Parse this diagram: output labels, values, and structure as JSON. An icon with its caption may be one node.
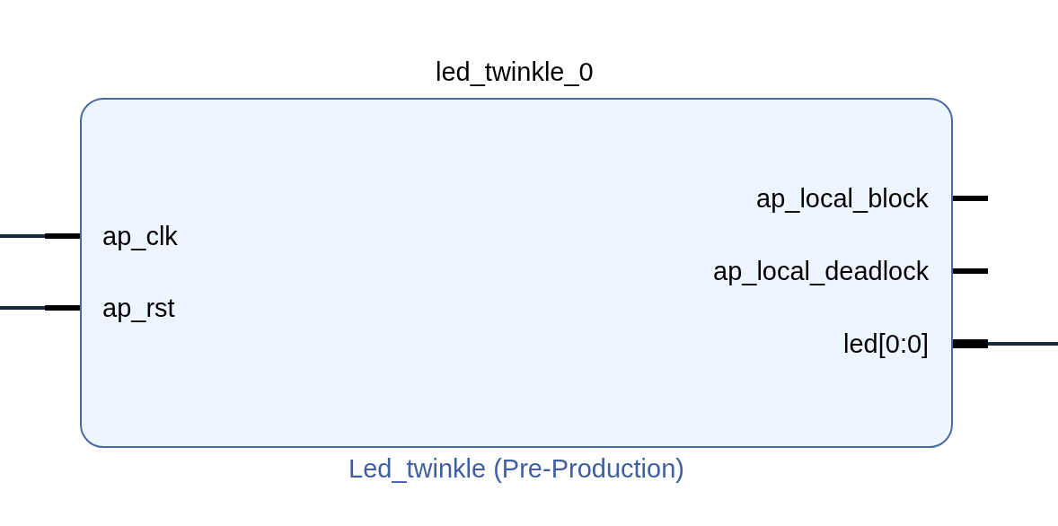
{
  "diagram": {
    "nodes": [
      {
        "text": [
          "led_twinkle_0",
          "Led_twinkle (Pre-Production)"
        ]
      },
      {
        "text": [
          "ap_clk"
        ],
        "in": 0
      },
      {
        "text": [
          "ap_rst"
        ],
        "in": 0
      },
      {
        "text": [
          "ap_local_block"
        ],
        "in": 0
      },
      {
        "text": [
          "ap_local_deadlock"
        ],
        "in": 0
      },
      {
        "text": [
          "led[0:0]"
        ],
        "in": 0
      }
    ],
    "edges": [
      {
        "from": null,
        "to": 1,
        "arrow": "none"
      },
      {
        "from": null,
        "to": 2,
        "arrow": "none"
      },
      {
        "from": 5,
        "to": null,
        "arrow": "none"
      }
    ]
  }
}
